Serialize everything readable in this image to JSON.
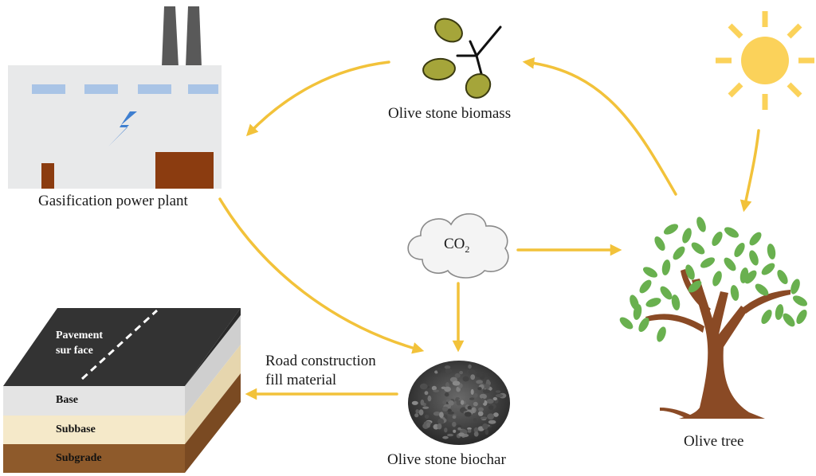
{
  "labels": {
    "power_plant": "Gasification power plant",
    "biomass": "Olive stone biomass",
    "co2_base": "CO",
    "co2_sub": "2",
    "olive_tree": "Olive tree",
    "biochar": "Olive stone biochar",
    "road_line1": "Road construction",
    "road_line2": "fill material"
  },
  "pavement": {
    "surface_line1": "Pavement",
    "surface_line2": "sur face",
    "base": "Base",
    "subbase": "Subbase",
    "subgrade": "Subgrade"
  },
  "colors": {
    "arrow": "#f2c23a",
    "sun": "#fbd25a",
    "plant_wall": "#e8e9ea",
    "plant_window": "#a9c4e6",
    "door": "#8b3c10",
    "lightning": "#3f7fd0",
    "chimney": "#595959",
    "olive": "#a5a53a",
    "leaf": "#69b04f",
    "trunk": "#8a4a25",
    "asphalt": "#333333",
    "base": "#e4e4e4",
    "subbase": "#f5e9c9",
    "subgrade": "#8e5a2b"
  }
}
